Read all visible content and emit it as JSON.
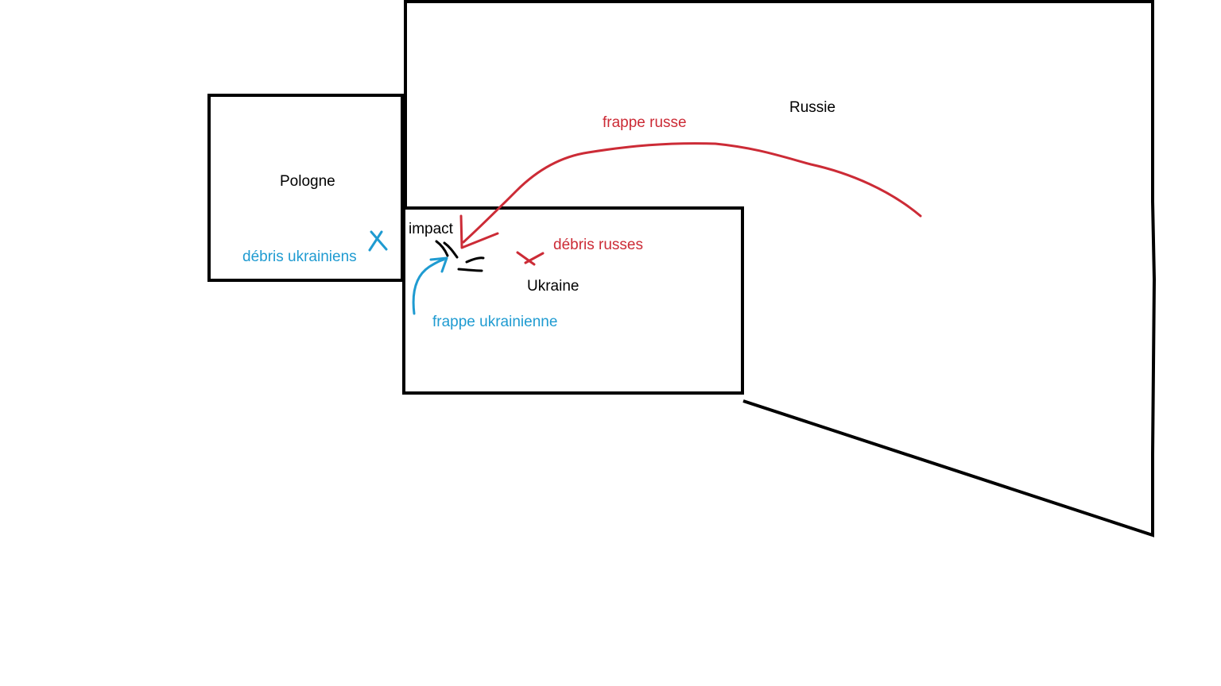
{
  "labels": {
    "russia": "Russie",
    "poland": "Pologne",
    "ukraine": "Ukraine",
    "impact": "impact",
    "russian_strike": "frappe russe",
    "russian_debris": "débris russes",
    "ukrainian_strike": "frappe ukrainienne",
    "ukrainian_debris": "débris ukrainiens"
  },
  "colors": {
    "outline": "#000000",
    "russian": "#cc2b36",
    "ukrainian": "#1f9bd1",
    "background": "#ffffff"
  },
  "icons": {
    "russian_strike": "curved-arrow-icon",
    "ukrainian_strike": "curved-arrow-icon",
    "russian_debris": "x-mark-icon",
    "ukrainian_debris": "x-mark-icon",
    "impact": "burst-icon"
  }
}
